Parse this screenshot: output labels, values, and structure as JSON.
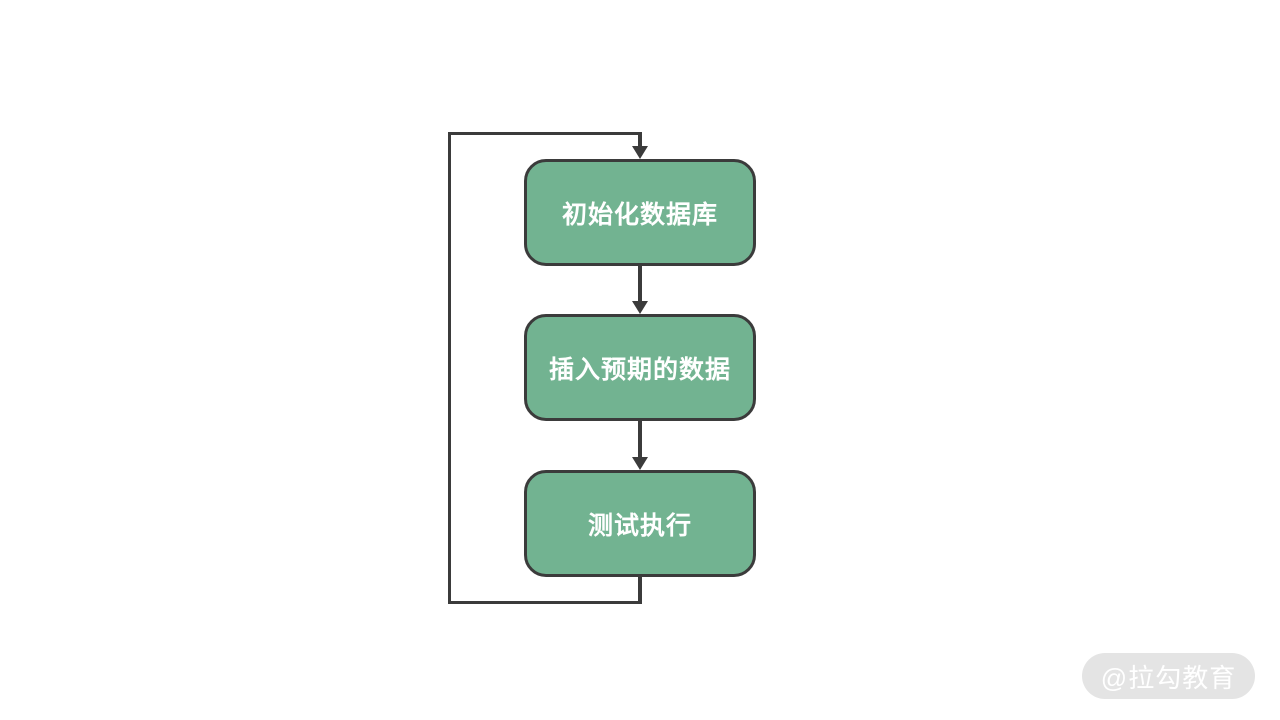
{
  "diagram": {
    "type": "flowchart",
    "description": "Vertical three-step flow with loop back from last step to first step",
    "nodes": [
      {
        "id": "init-database",
        "label": "初始化数据库"
      },
      {
        "id": "insert-expected-data",
        "label": "插入预期的数据"
      },
      {
        "id": "test-execution",
        "label": "测试执行"
      }
    ],
    "edges": [
      {
        "from": "init-database",
        "to": "insert-expected-data",
        "style": "arrow-down"
      },
      {
        "from": "insert-expected-data",
        "to": "test-execution",
        "style": "arrow-down"
      },
      {
        "from": "test-execution",
        "to": "init-database",
        "style": "loop-back-left"
      }
    ],
    "colors": {
      "node_fill": "#72b391",
      "node_border": "#3b3b3b",
      "line": "#3b3b3b",
      "node_text": "#ffffff"
    }
  },
  "watermark": {
    "label": "@拉勾教育",
    "bg": "#e4e4e4",
    "text_color": "#ffffff"
  }
}
